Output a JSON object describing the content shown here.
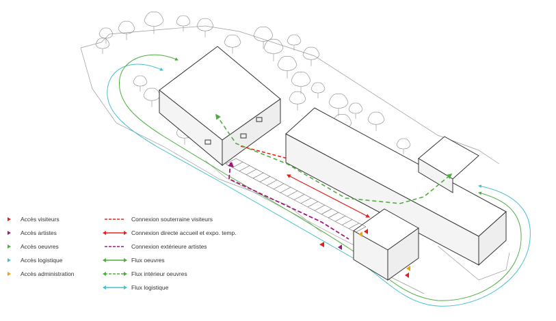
{
  "colors": {
    "visiteurs": "#e3201b",
    "artistes": "#a0187a",
    "oeuvres": "#4cae3c",
    "logistique": "#45c1cc",
    "administration": "#f0a20b",
    "building_stroke": "#333333",
    "tree_stroke": "#8a8a8a"
  },
  "legend_access": [
    {
      "label": "Accès visiteurs",
      "color": "#e3201b"
    },
    {
      "label": "Accès artistes",
      "color": "#a0187a"
    },
    {
      "label": "Accès oeuvres",
      "color": "#4cae3c"
    },
    {
      "label": "Accès logistique",
      "color": "#45c1cc"
    },
    {
      "label": "Accès administration",
      "color": "#f0a20b"
    }
  ],
  "legend_flows": [
    {
      "label": "Connexion souterraine visiteurs",
      "color": "#e3201b",
      "style": "dashed",
      "arrows": "none"
    },
    {
      "label": "Connexion directe accueil et expo. temp.",
      "color": "#e3201b",
      "style": "solid",
      "arrows": "both"
    },
    {
      "label": "Connexion extérieure artistes",
      "color": "#a0187a",
      "style": "dashed",
      "arrows": "none"
    },
    {
      "label": "Flux oeuvres",
      "color": "#4cae3c",
      "style": "solid",
      "arrows": "both"
    },
    {
      "label": "Flux intérieur oeuvres",
      "color": "#4cae3c",
      "style": "dashed",
      "arrows": "both"
    },
    {
      "label": "Flux logistique",
      "color": "#45c1cc",
      "style": "solid",
      "arrows": "both"
    }
  ]
}
